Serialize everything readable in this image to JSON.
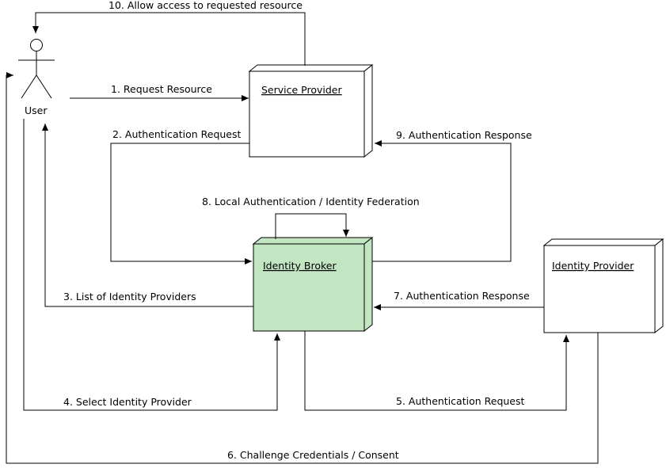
{
  "diagram": {
    "actor": {
      "label": "User"
    },
    "nodes": {
      "service_provider": {
        "label": "Service Provider",
        "fill": "#ffffff"
      },
      "identity_broker": {
        "label": "Identity Broker",
        "fill": "#c2e5c2"
      },
      "identity_provider": {
        "label": "Identity Provider",
        "fill": "#ffffff"
      }
    },
    "messages": {
      "m1": {
        "label": "1. Request Resource"
      },
      "m2": {
        "label": "2. Authentication Request"
      },
      "m3": {
        "label": "3. List of Identity Providers"
      },
      "m4": {
        "label": "4. Select Identity Provider"
      },
      "m5": {
        "label": "5. Authentication Request"
      },
      "m6": {
        "label": "6. Challenge Credentials / Consent"
      },
      "m7": {
        "label": "7. Authentication Response"
      },
      "m8": {
        "label": "8. Local Authentication / Identity Federation"
      },
      "m9": {
        "label": "9. Authentication Response"
      },
      "m10": {
        "label": "10. Allow access to requested resource"
      }
    },
    "colors": {
      "line": "#000000",
      "background": "#ffffff"
    }
  }
}
